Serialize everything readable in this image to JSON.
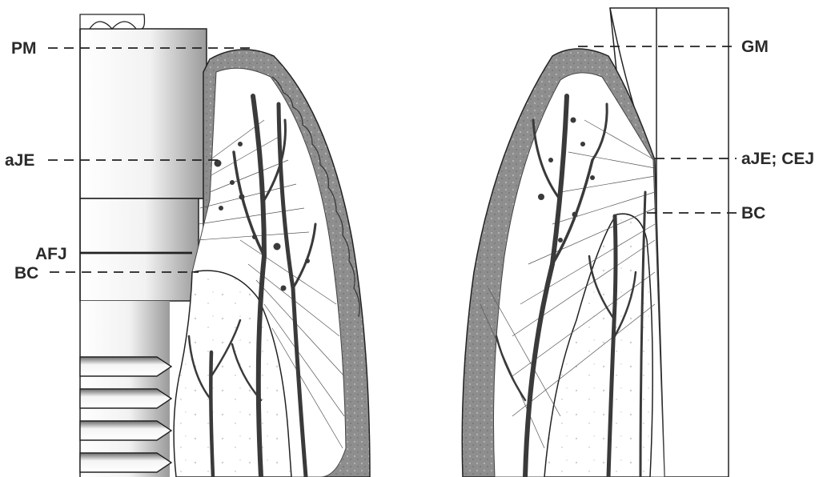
{
  "labels": {
    "left": {
      "pm": "PM",
      "aje": "aJE",
      "afj": "AFJ",
      "bc": "BC"
    },
    "right": {
      "gm": "GM",
      "aje_cej": "aJE; CEJ",
      "bc": "BC"
    }
  },
  "colors": {
    "gingiva_epithelium": "#8c8c8c",
    "vessel": "#3a3a3a",
    "line": "#222222",
    "background": "#ffffff"
  }
}
